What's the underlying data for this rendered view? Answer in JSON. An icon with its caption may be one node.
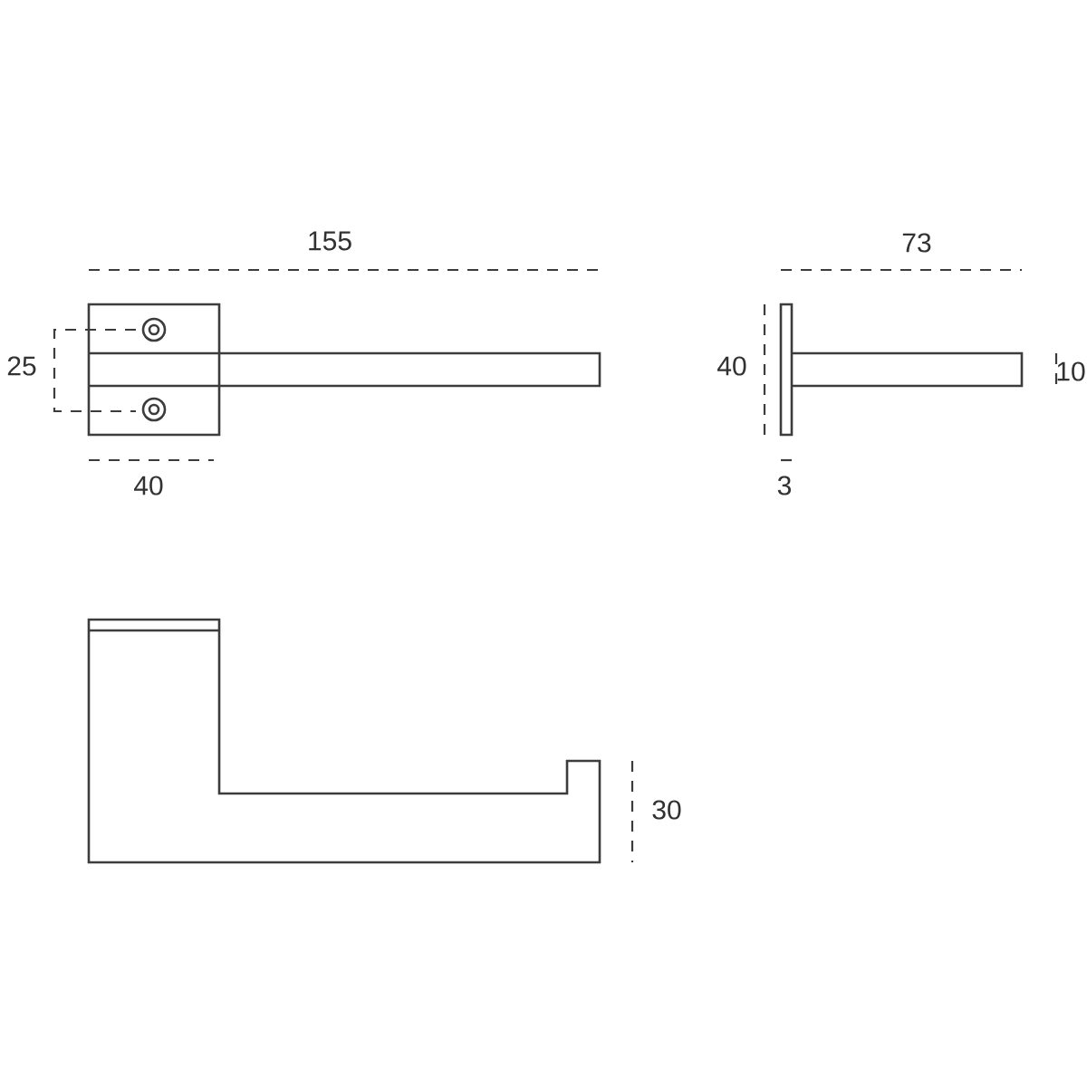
{
  "diagram": {
    "labels": [
      "155",
      "73",
      "25",
      "40",
      "10",
      "40",
      "3",
      "30"
    ]
  }
}
